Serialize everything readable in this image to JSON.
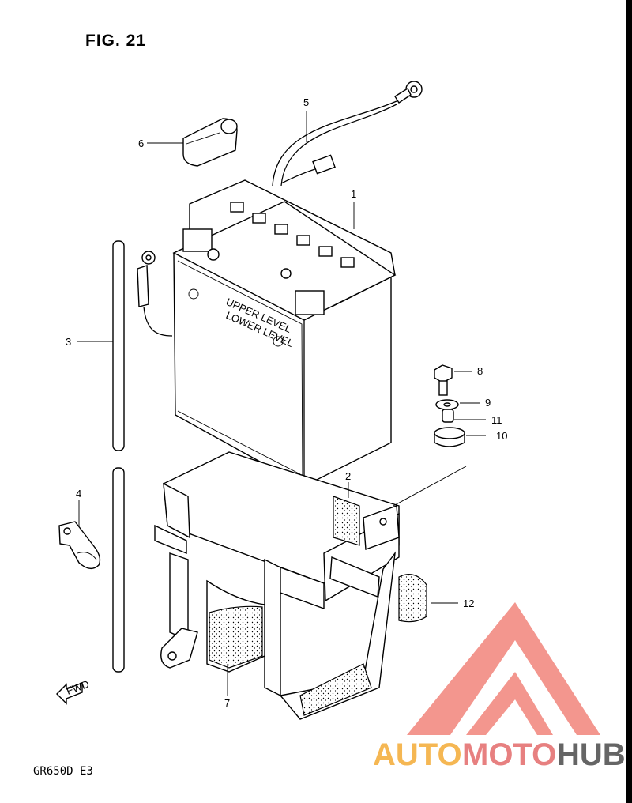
{
  "figure": {
    "title": "FIG. 21",
    "model_code": "GR650D  E3",
    "fwd_label": "FWD"
  },
  "battery_labels": {
    "upper_level": "UPPER LEVEL",
    "lower_level": "LOWER LEVEL"
  },
  "callouts": [
    "1",
    "2",
    "3",
    "4",
    "5",
    "6",
    "7",
    "8",
    "9",
    "10",
    "11",
    "12"
  ],
  "watermark": {
    "brand_part1": "AUTO",
    "brand_part2": "MOTO",
    "brand_part3": "HUB",
    "colors": {
      "orange": "#f5b041",
      "red": "#e57373",
      "dark": "#555555"
    }
  }
}
